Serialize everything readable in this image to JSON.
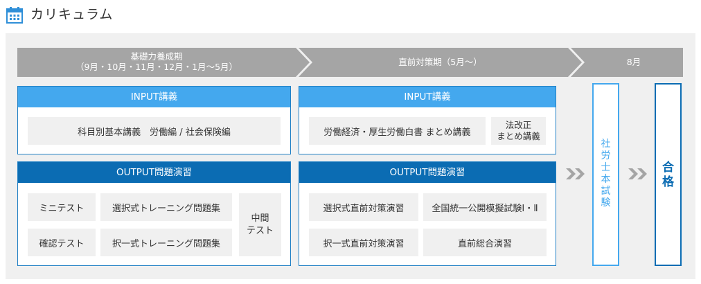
{
  "header": {
    "title": "カリキュラム",
    "icon": "calendar-icon"
  },
  "colors": {
    "timeline_gray": "#a5a5a5",
    "panel_bg": "#f0f0f0",
    "light_blue": "#44a8ee",
    "dark_blue": "#0b6cb3",
    "cell_bg": "#f0f0f0"
  },
  "timeline": {
    "phase1": {
      "line1": "基礎力養成期",
      "line2": "（9月・10月・11月・12月・1月〜5月）"
    },
    "phase2": {
      "label": "直前対策期（5月〜）"
    },
    "phase3": {
      "label": "8月"
    }
  },
  "basic_input": {
    "header": "INPUT講義",
    "item": "科目別基本講義　労働編 / 社会保険編"
  },
  "basic_output": {
    "header": "OUTPUT問題演習",
    "mini_test": "ミニテスト",
    "confirm_test": "確認テスト",
    "sentaku_training": "選択式トレーニング問題集",
    "takuitsu_training": "択一式トレーニング問題集",
    "midterm_line1": "中間",
    "midterm_line2": "テスト"
  },
  "final_input": {
    "header": "INPUT講義",
    "item": "労働経済・厚生労働白書 まとめ講義",
    "law_line1": "法改正",
    "law_line2": "まとめ講義"
  },
  "final_output": {
    "header": "OUTPUT問題演習",
    "sentaku_final": "選択式直前対策演習",
    "mock_exam": "全国統一公開模擬試験Ⅰ・Ⅱ",
    "takuitsu_final": "択一式直前対策演習",
    "comprehensive": "直前総合演習"
  },
  "exam": {
    "label": "社労士本試験"
  },
  "pass": {
    "label": "合格"
  },
  "arrows": {
    "icon": "double-chevron-right-icon"
  }
}
